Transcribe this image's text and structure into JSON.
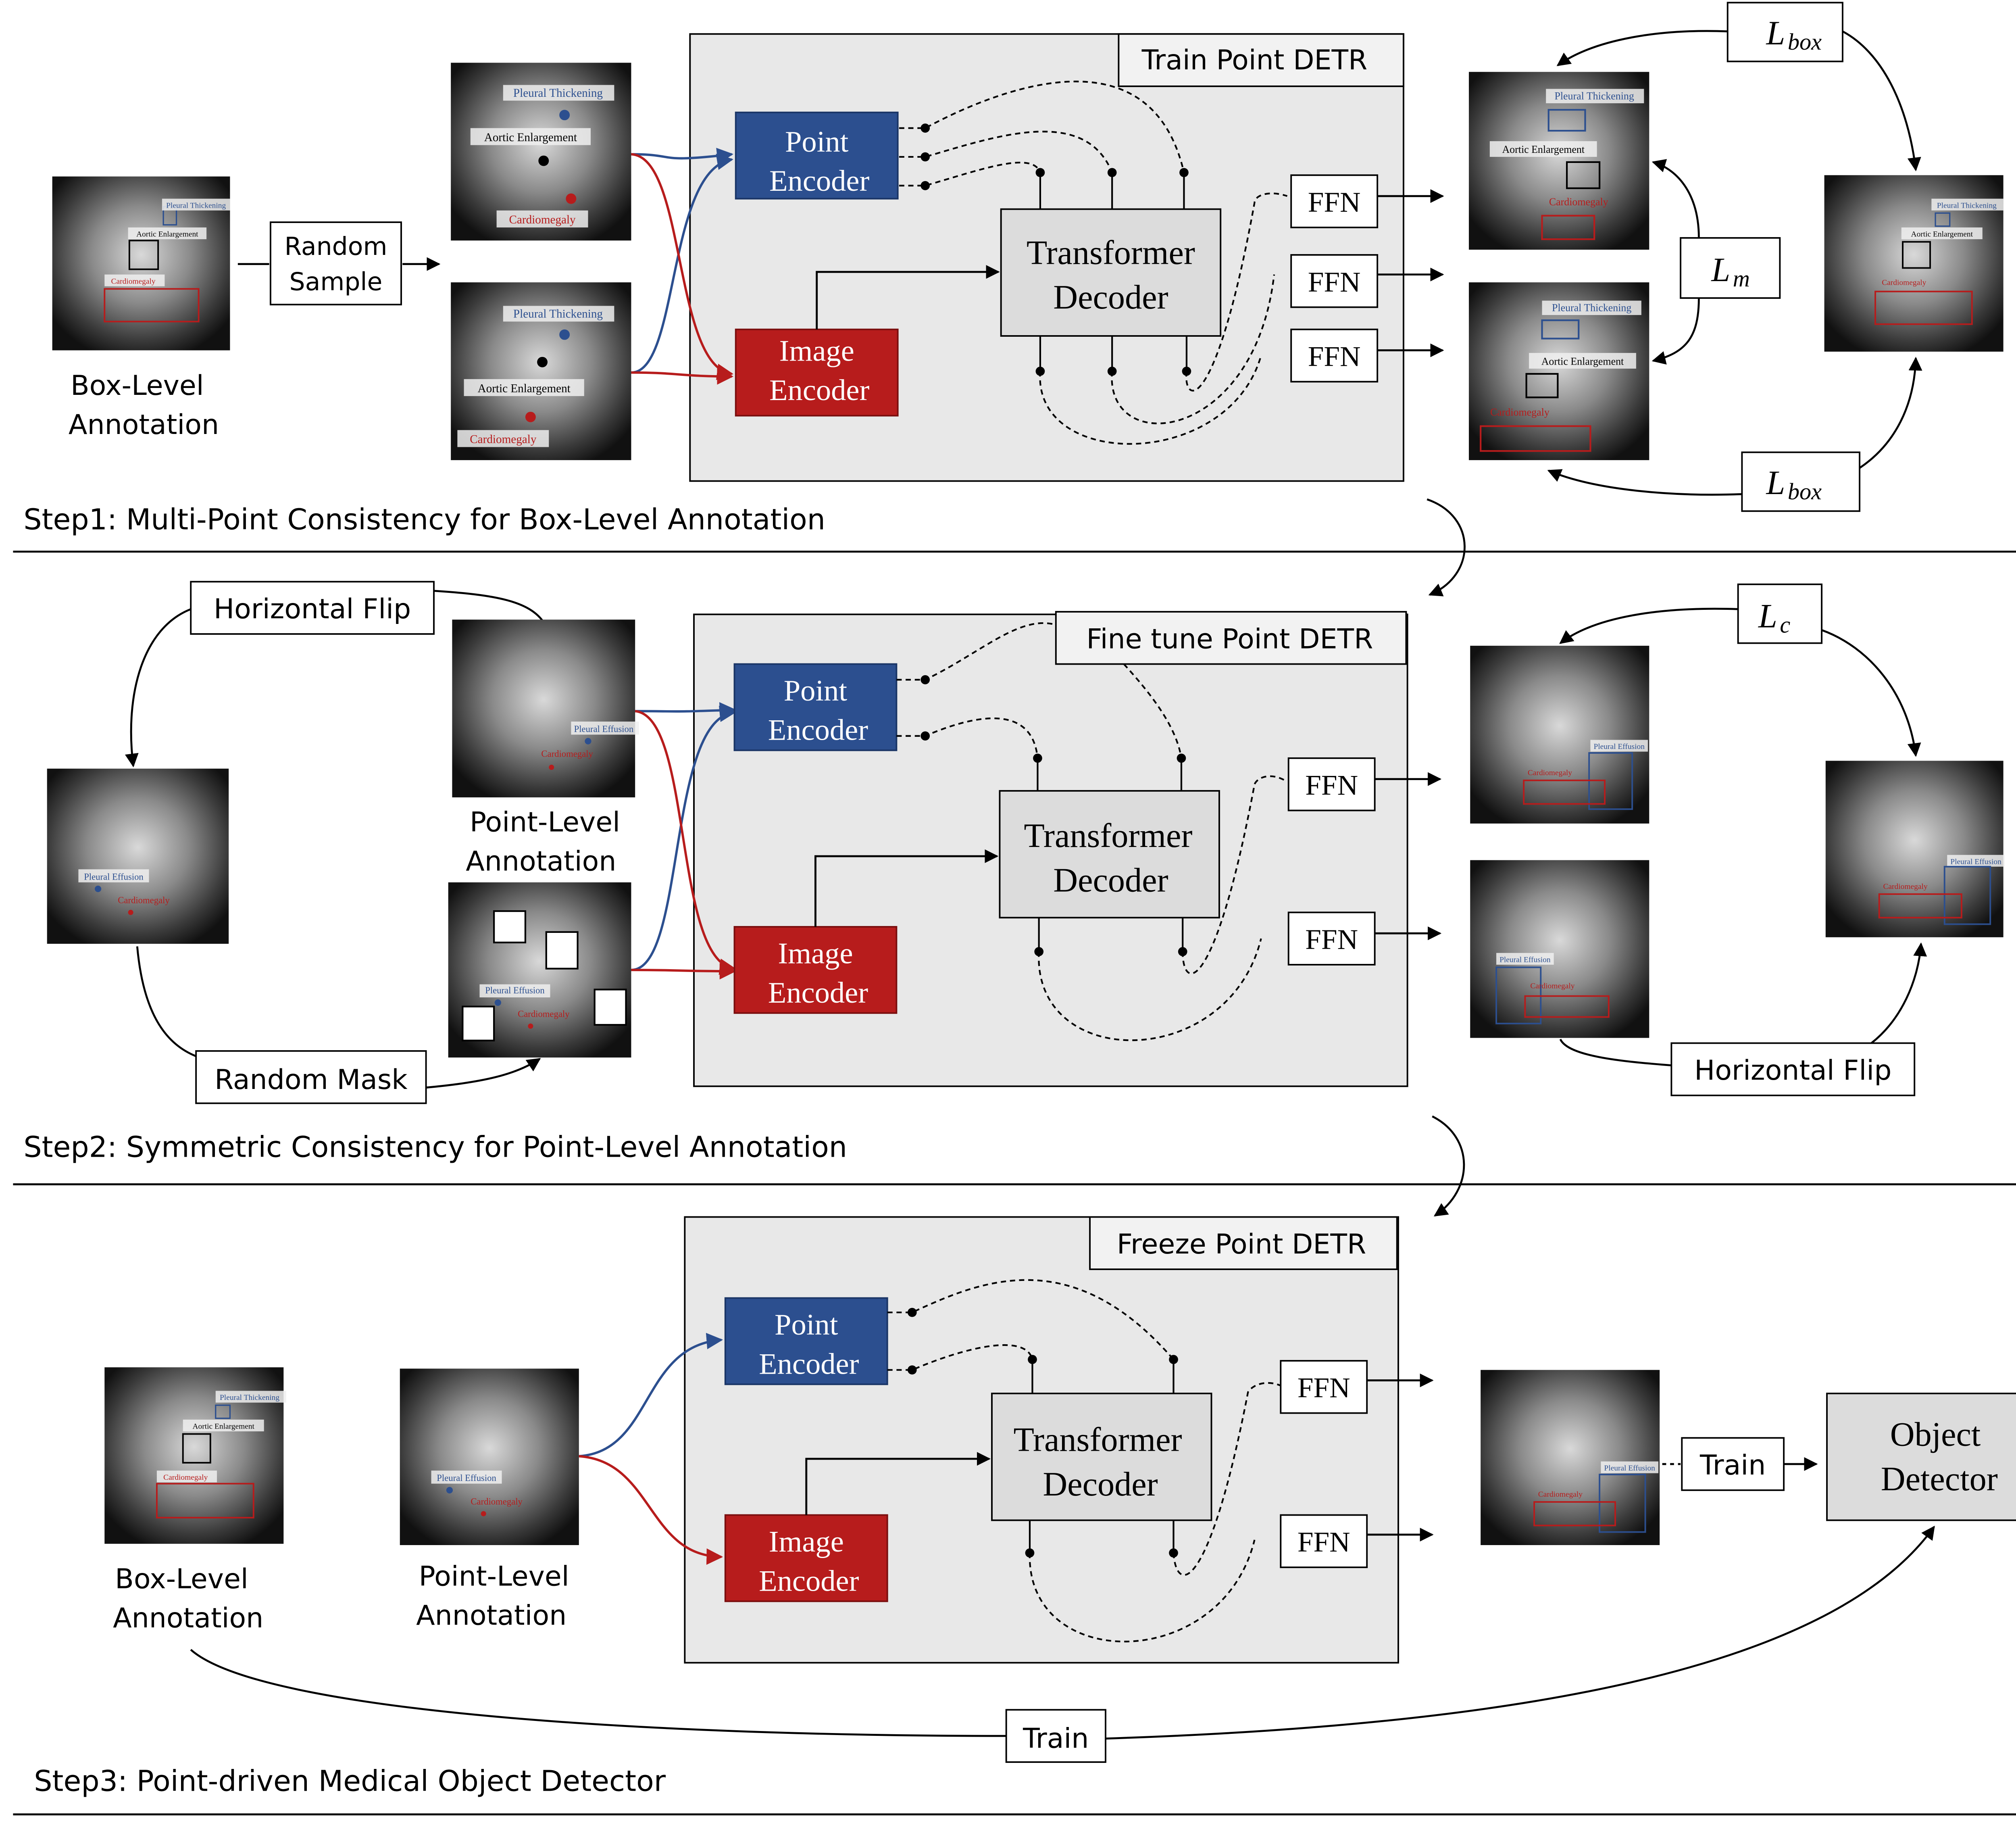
{
  "steps": {
    "step1": {
      "title": "Step1: Multi-Point Consistency for Box-Level Annotation",
      "panel_title": "Train Point DETR",
      "input_label": [
        "Box-Level",
        "Annotation"
      ],
      "random_sample": [
        "Random",
        "Sample"
      ],
      "loss_box_top": "box",
      "loss_m": "m",
      "loss_box_bottom": "box"
    },
    "step2": {
      "title": "Step2: Symmetric Consistency for Point-Level Annotation",
      "panel_title": "Fine tune Point DETR",
      "horizontal_flip_left": "Horizontal Flip",
      "random_mask": "Random Mask",
      "point_label": [
        "Point-Level",
        "Annotation"
      ],
      "loss_c": "c",
      "horizontal_flip_right": "Horizontal Flip"
    },
    "step3": {
      "title": "Step3: Point-driven Medical Object Detector",
      "panel_title": "Freeze Point DETR",
      "box_label": [
        "Box-Level",
        "Annotation"
      ],
      "point_label": [
        "Point-Level",
        "Annotation"
      ],
      "train_top": "Train",
      "train_bottom": "Train",
      "object_detector": [
        "Object",
        "Detector"
      ]
    }
  },
  "blocks": {
    "point_encoder": [
      "Point",
      "Encoder"
    ],
    "image_encoder": [
      "Image",
      "Encoder"
    ],
    "transformer_decoder": [
      "Transformer",
      "Decoder"
    ],
    "ffn": "FFN"
  },
  "loss_symbol": "L",
  "xray_labels": {
    "pleural_thickening": "Pleural Thickening",
    "aortic_enlargement": "Aortic Enlargement",
    "cardiomegaly": "Cardiomegaly",
    "pleural_effusion": "Pleural Effusion"
  },
  "colors": {
    "point_encoder": "#2c4f8f",
    "image_encoder": "#b71c1c",
    "panel": "#e8e8e8",
    "decoder": "#dcdcdc",
    "blue_arrow": "#2c4f8f",
    "red_arrow": "#b71c1c"
  }
}
